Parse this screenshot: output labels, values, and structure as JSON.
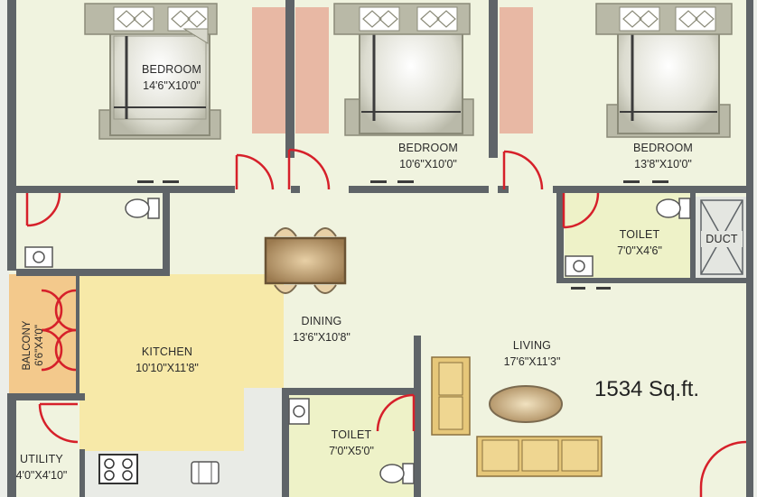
{
  "rooms": {
    "bedroom1": {
      "name": "BEDROOM",
      "dims": "14'6\"X10'0\""
    },
    "bedroom2": {
      "name": "BEDROOM",
      "dims": "10'6\"X10'0\""
    },
    "bedroom3": {
      "name": "BEDROOM",
      "dims": "13'8\"X10'0\""
    },
    "toilet1": {
      "name": "TOILET",
      "dims": "7'0\"X4'6\""
    },
    "duct": {
      "name": "DUCT"
    },
    "dining": {
      "name": "DINING",
      "dims": "13'6\"X10'8\""
    },
    "balcony": {
      "name": "BALCONY",
      "dims": "6'6\"X4'0\""
    },
    "kitchen": {
      "name": "KITCHEN",
      "dims": "10'10\"X11'8\""
    },
    "living": {
      "name": "LIVING",
      "dims": "17'6\"X11'3\""
    },
    "toilet2": {
      "name": "TOILET",
      "dims": "7'0\"X5'0\""
    },
    "utility": {
      "name": "UTILITY",
      "dims": "4'0\"X4'10\""
    }
  },
  "area": "1534 Sq.ft.",
  "colors": {
    "floor": "#f0f3df",
    "wall": "#5f6468",
    "door": "#d6202a",
    "kitchen": "#f7e9a8",
    "balcony": "#f3c98c",
    "wardrobe": "#e8b8a4",
    "toilet": "#eef2c8",
    "bed_frame": "#b9b9a7",
    "sofa": "#e6c779"
  }
}
